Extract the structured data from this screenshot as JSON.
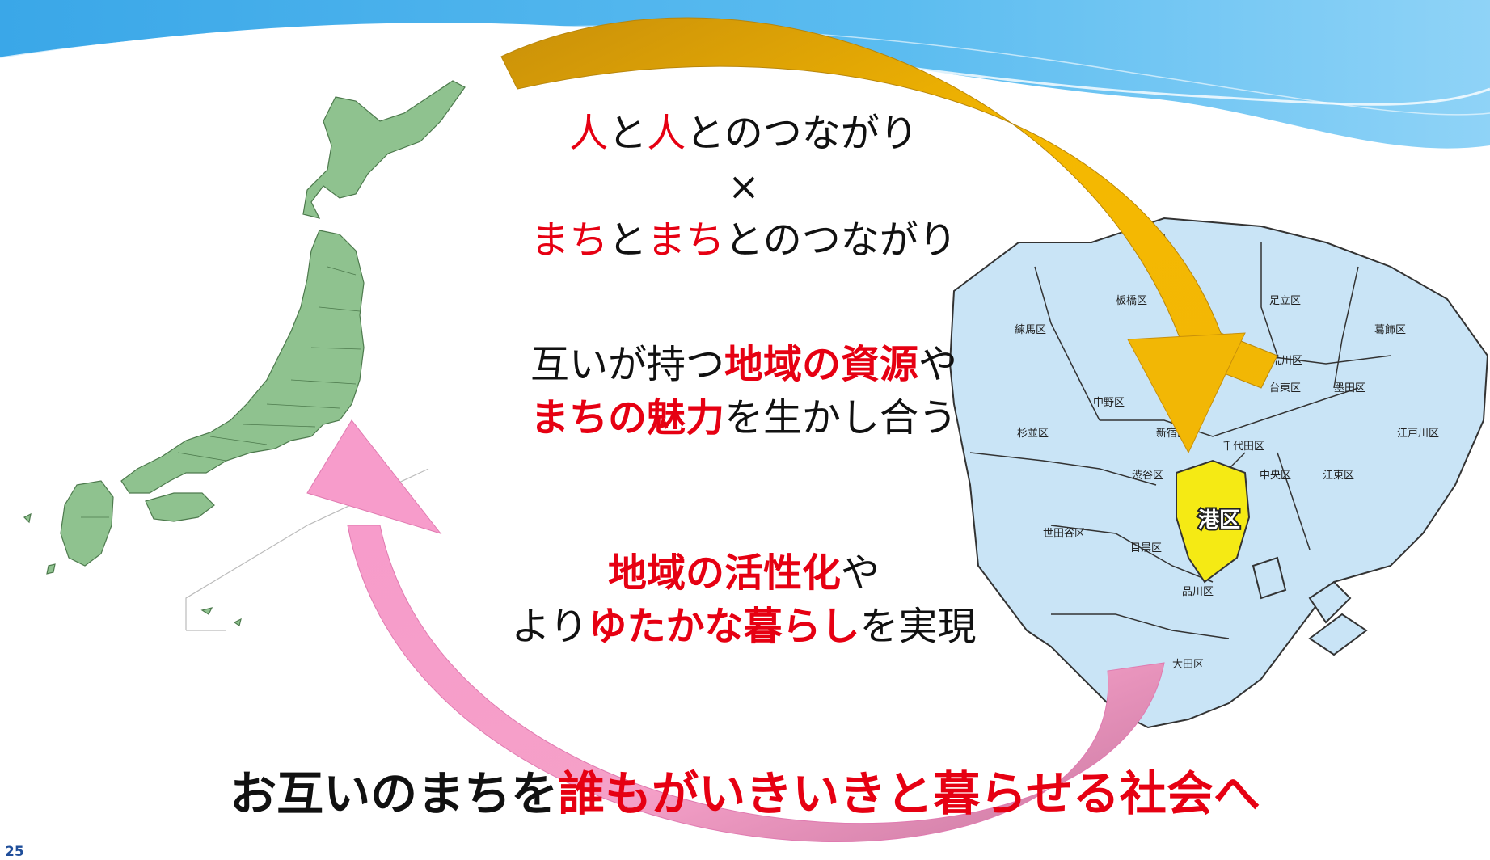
{
  "phrase1": {
    "line1": [
      {
        "t": "人",
        "red": true
      },
      {
        "t": "と",
        "red": false
      },
      {
        "t": "人",
        "red": true
      },
      {
        "t": "とのつながり",
        "red": false
      }
    ],
    "cross": "×",
    "line2": [
      {
        "t": "まち",
        "red": true
      },
      {
        "t": "と",
        "red": false
      },
      {
        "t": "まち",
        "red": true
      },
      {
        "t": "とのつながり",
        "red": false
      }
    ]
  },
  "phrase2": {
    "line1_a": "互いが持つ",
    "line1_b": "地域の資源",
    "line1_c": "や",
    "line2_a": "まちの魅力",
    "line2_b": "を生かし合う"
  },
  "phrase3": {
    "line1_a": "地域の活性化",
    "line1_b": "や",
    "line2_a": "より",
    "line2_b": "ゆたかな暮らし",
    "line2_c": "を実現"
  },
  "bottom_message": {
    "part1": "お互いのまちを",
    "part2": "誰もがいきいきと暮らせる社会へ"
  },
  "page_number": "25",
  "tokyo_wards": {
    "itabashi": "板橋区",
    "adachi": "足立区",
    "nerima": "練馬区",
    "katsushika": "葛飾区",
    "arakawa": "荒川区",
    "taito": "台東区",
    "sumida": "墨田区",
    "nakano": "中野区",
    "suginami": "杉並区",
    "shinjuku": "新宿区",
    "chiyoda": "千代田区",
    "edogawa": "江戸川区",
    "shibuya": "渋谷区",
    "chuo": "中央区",
    "koto": "江東区",
    "minato": "港区",
    "setagaya": "世田谷区",
    "meguro": "目黒区",
    "shinagawa": "品川区",
    "ota": "大田区"
  },
  "colors": {
    "accent_red": "#e60012",
    "japan_map": "#8fc28f",
    "tokyo_map": "#c9e4f6",
    "minato_highlight": "#f5ea14",
    "arrow_gold": "#f2b705",
    "arrow_pink": "#f5a0c8",
    "header_wave": "#5bb8ee"
  }
}
